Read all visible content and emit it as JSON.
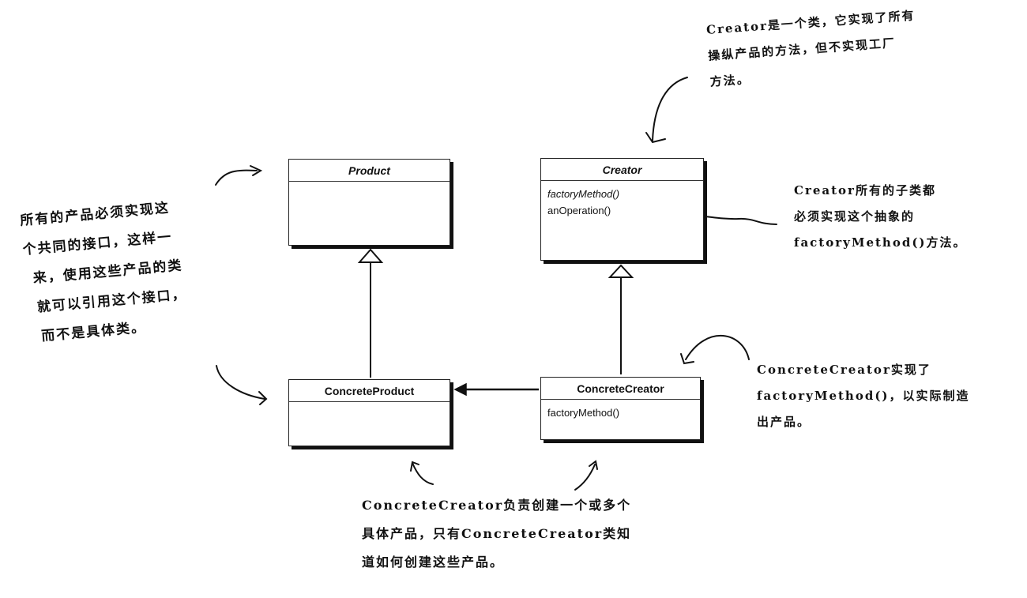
{
  "classes": {
    "product": {
      "name": "Product",
      "abstract": true,
      "operations": []
    },
    "creator": {
      "name": "Creator",
      "abstract": true,
      "operations": [
        {
          "label": "factoryMethod()",
          "abstract": true
        },
        {
          "label": "anOperation()",
          "abstract": false
        }
      ]
    },
    "concrete_product": {
      "name": "ConcreteProduct",
      "abstract": false,
      "operations": []
    },
    "concrete_creator": {
      "name": "ConcreteCreator",
      "abstract": false,
      "operations": [
        {
          "label": "factoryMethod()",
          "abstract": false
        }
      ]
    }
  },
  "relations": [
    {
      "from": "ConcreteProduct",
      "to": "Product",
      "type": "inheritance"
    },
    {
      "from": "ConcreteCreator",
      "to": "Creator",
      "type": "inheritance"
    },
    {
      "from": "ConcreteCreator",
      "to": "ConcreteProduct",
      "type": "dependency"
    }
  ],
  "notes": {
    "creator_note": [
      "Creator是一个类，它实现了所有",
      "操纵产品的方法，但不实现工厂",
      "方法。"
    ],
    "factory_method_note": [
      "Creator所有的子类都",
      "必须实现这个抽象的",
      "factoryMethod()方法。"
    ],
    "product_note": [
      "所有的产品必须实现这",
      "个共同的接口，这样一",
      "来，使用这些产品的类",
      "就可以引用这个接口，",
      "而不是具体类。"
    ],
    "concrete_creator_note": [
      "ConcreteCreator实现了",
      "factoryMethod()，以实际制造",
      "出产品。"
    ],
    "bottom_note": [
      "ConcreteCreator负责创建一个或多个",
      "具体产品，只有ConcreteCreator类知",
      "道如何创建这些产品。"
    ]
  }
}
